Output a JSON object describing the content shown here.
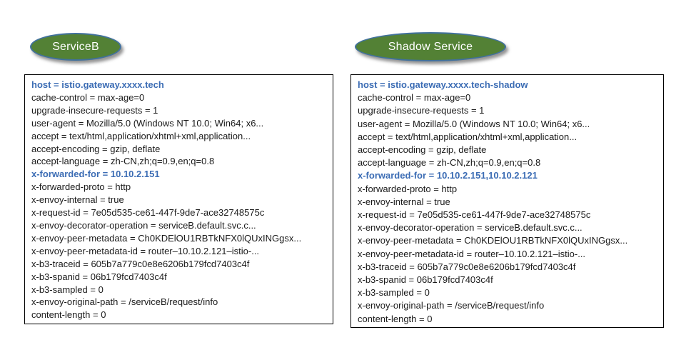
{
  "colors": {
    "oval_fill": "#538135",
    "oval_border": "#41719C",
    "highlight_blue": "#3B6CB4",
    "box_border": "#000000",
    "text": "#1A1A1A"
  },
  "panels": [
    {
      "id": "serviceb",
      "label": "ServiceB",
      "headers": [
        {
          "text": "host = istio.gateway.xxxx.tech",
          "highlight": true
        },
        {
          "text": "cache-control = max-age=0",
          "highlight": false
        },
        {
          "text": "upgrade-insecure-requests = 1",
          "highlight": false
        },
        {
          "text": "user-agent = Mozilla/5.0 (Windows NT 10.0; Win64; x6...",
          "highlight": false
        },
        {
          "text": "accept = text/html,application/xhtml+xml,application...",
          "highlight": false
        },
        {
          "text": "accept-encoding = gzip, deflate",
          "highlight": false
        },
        {
          "text": "accept-language = zh-CN,zh;q=0.9,en;q=0.8",
          "highlight": false
        },
        {
          "text": "x-forwarded-for = 10.10.2.151",
          "highlight": true
        },
        {
          "text": "x-forwarded-proto = http",
          "highlight": false
        },
        {
          "text": "x-envoy-internal = true",
          "highlight": false
        },
        {
          "text": "x-request-id = 7e05d535-ce61-447f-9de7-ace32748575c",
          "highlight": false
        },
        {
          "text": "x-envoy-decorator-operation = serviceB.default.svc.c...",
          "highlight": false
        },
        {
          "text": "x-envoy-peer-metadata = Ch0KDElOU1RBTkNFX0lQUxINGgsx...",
          "highlight": false
        },
        {
          "text": "x-envoy-peer-metadata-id = router–10.10.2.121–istio-...",
          "highlight": false
        },
        {
          "text": "x-b3-traceid = 605b7a779c0e8e6206b179fcd7403c4f",
          "highlight": false
        },
        {
          "text": "x-b3-spanid = 06b179fcd7403c4f",
          "highlight": false
        },
        {
          "text": "x-b3-sampled = 0",
          "highlight": false
        },
        {
          "text": "x-envoy-original-path = /serviceB/request/info",
          "highlight": false
        },
        {
          "text": "content-length = 0",
          "highlight": false
        }
      ]
    },
    {
      "id": "shadow-service",
      "label": "Shadow Service",
      "headers": [
        {
          "text": "host = istio.gateway.xxxx.tech-shadow",
          "highlight": true
        },
        {
          "text": "cache-control = max-age=0",
          "highlight": false
        },
        {
          "text": "upgrade-insecure-requests = 1",
          "highlight": false
        },
        {
          "text": "user-agent = Mozilla/5.0 (Windows NT 10.0; Win64; x6...",
          "highlight": false
        },
        {
          "text": "accept = text/html,application/xhtml+xml,application...",
          "highlight": false
        },
        {
          "text": "accept-encoding = gzip, deflate",
          "highlight": false
        },
        {
          "text": "accept-language = zh-CN,zh;q=0.9,en;q=0.8",
          "highlight": false
        },
        {
          "text": "x-forwarded-for = 10.10.2.151,10.10.2.121",
          "highlight": true
        },
        {
          "text": "x-forwarded-proto = http",
          "highlight": false
        },
        {
          "text": "x-envoy-internal = true",
          "highlight": false
        },
        {
          "text": "x-request-id = 7e05d535-ce61-447f-9de7-ace32748575c",
          "highlight": false
        },
        {
          "text": "x-envoy-decorator-operation = serviceB.default.svc.c...",
          "highlight": false
        },
        {
          "text": "x-envoy-peer-metadata = Ch0KDElOU1RBTkNFX0lQUxINGgsx...",
          "highlight": false
        },
        {
          "text": "x-envoy-peer-metadata-id = router–10.10.2.121–istio-...",
          "highlight": false
        },
        {
          "text": "x-b3-traceid = 605b7a779c0e8e6206b179fcd7403c4f",
          "highlight": false
        },
        {
          "text": "x-b3-spanid = 06b179fcd7403c4f",
          "highlight": false
        },
        {
          "text": "x-b3-sampled = 0",
          "highlight": false
        },
        {
          "text": "x-envoy-original-path = /serviceB/request/info",
          "highlight": false
        },
        {
          "text": "content-length = 0",
          "highlight": false
        }
      ]
    }
  ]
}
